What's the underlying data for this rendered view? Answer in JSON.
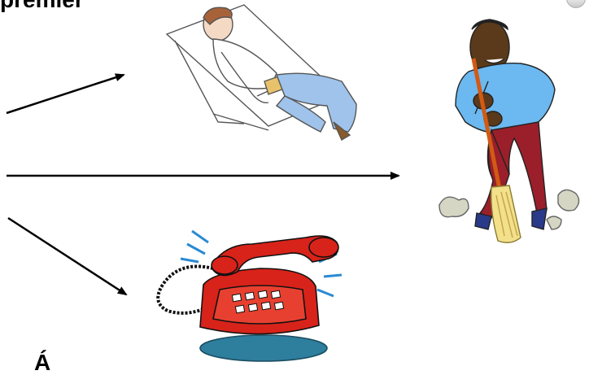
{
  "slide": {
    "title_fragment": "premier",
    "bottom_fragment": "Á"
  },
  "colors": {
    "arrow": "#000000",
    "shirt": "#6cb8f0",
    "pants": "#9a1f2a",
    "skin": "#5a3a1a",
    "phone": "#d8231a",
    "phone_shadow": "#2e7e9e",
    "jeans": "#9fc3ea",
    "broom": "#f2e08a",
    "dust": "#d6d6c4"
  },
  "icons": [
    "resting-man-clipart",
    "sweeping-man-clipart",
    "ringing-phone-clipart",
    "arrow-up-right",
    "arrow-right",
    "arrow-down-right"
  ]
}
